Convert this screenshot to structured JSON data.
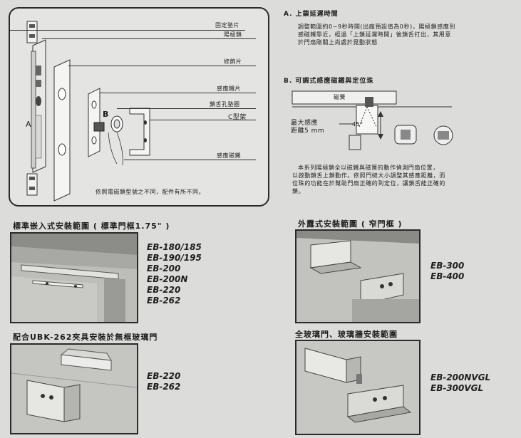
{
  "diagram": {
    "labels": [
      "固定墊片",
      "陽極鎖",
      "修飾片",
      "感應鐵片",
      "鎖舌孔墊圈",
      "C型架",
      "感應磁鐵"
    ],
    "marker_a": "A",
    "marker_b": "B",
    "note": "依照電磁鎖型號之不同，配件有所不同。"
  },
  "section_a": {
    "title": "A. 上鎖延遲時間",
    "lines": [
      "調整範圍約0~9秒時間(出廠預設值為0秒)，陽極鎖感應到",
      "感磁鐵靠近，經過「上鎖延遲時間」後鎖舌打出，其用意",
      "於門扇剛關上尚處於晃動狀態"
    ]
  },
  "section_b": {
    "title": "B. 可調式感應磁鐵與定位珠",
    "magnet_label": "磁簧",
    "distance_label_1": "最大感應",
    "distance_label_2": "距離5 mm",
    "angle_label": "45°",
    "lines": [
      "本系列陽極鎖全以磁鐵與磁簧的動作偵測門扇位置，",
      "以啟動鎖舌上鎖動作。依照門縫大小調整其感應距離，而",
      "位珠的功能在於幫助門扇正確的到定位，讓鎖舌能正確的",
      "鎖。"
    ]
  },
  "panels": [
    {
      "title": "標準嵌入式安裝範圍 ( 標準門框1.75\" )",
      "models": [
        "EB-180/185",
        "EB-190/195",
        "EB-200",
        "EB-200N",
        "EB-220",
        "EB-262"
      ]
    },
    {
      "title": "外露式安裝範圍 ( 窄門框 )",
      "models": [
        "EB-300",
        "EB-400"
      ]
    },
    {
      "title": "配合UBK-262夾具安裝於無框玻璃門",
      "models": [
        "EB-220",
        "EB-262"
      ]
    },
    {
      "title": "全玻璃門、玻璃牆安裝範圍",
      "models": [
        "EB-200NVGL",
        "EB-300VGL"
      ]
    }
  ]
}
